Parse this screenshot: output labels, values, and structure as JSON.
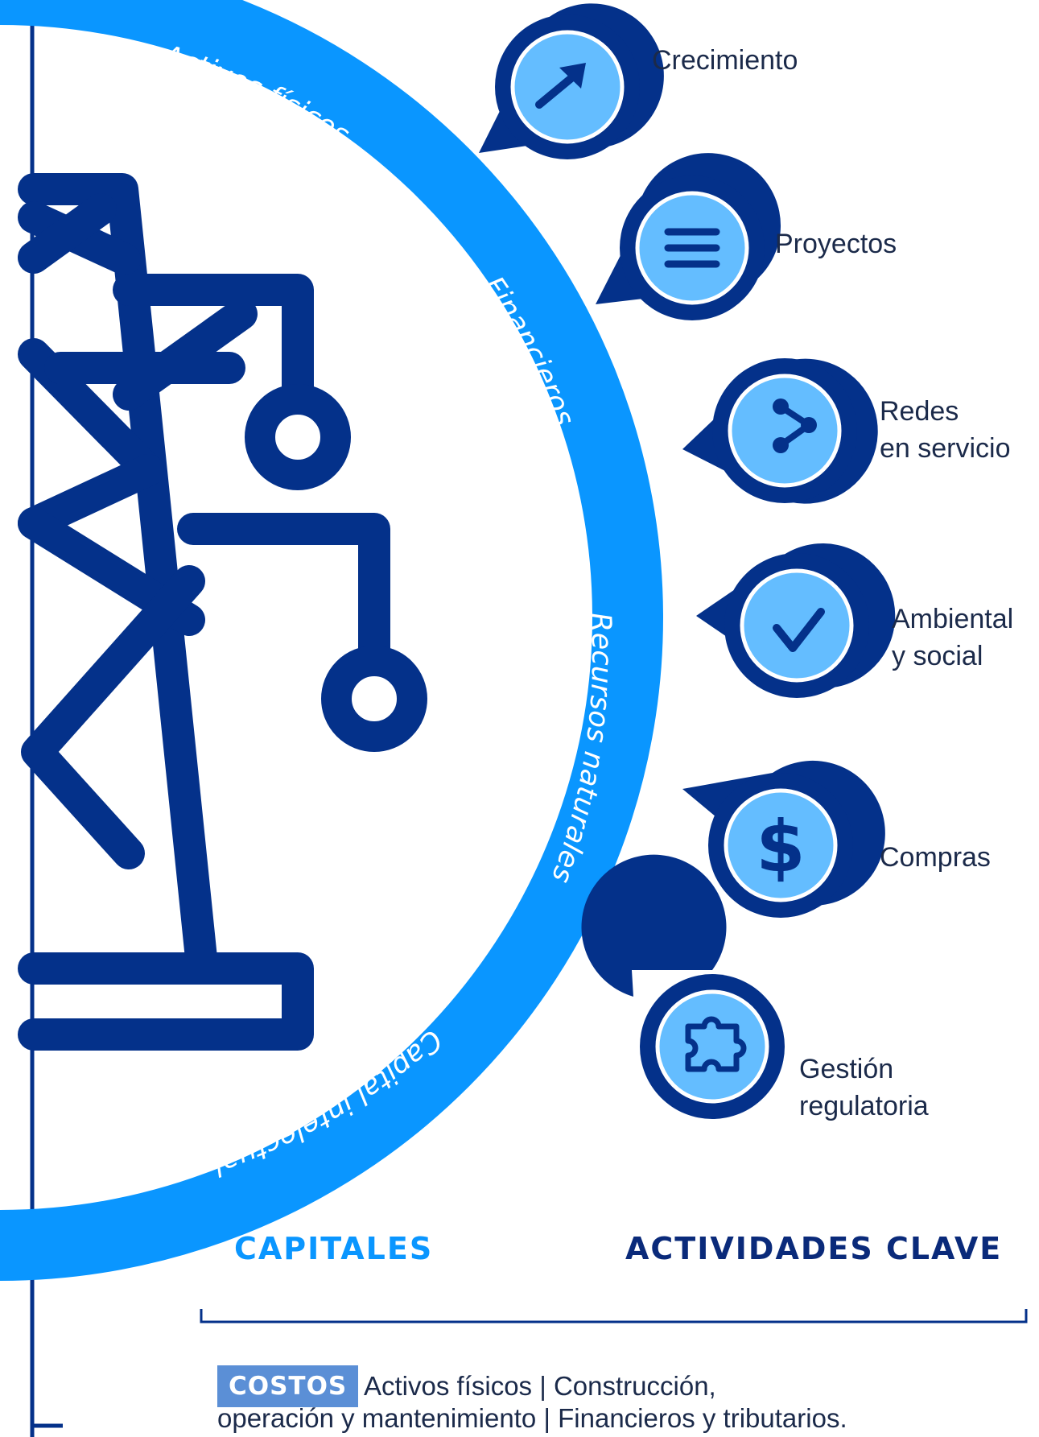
{
  "capitals": {
    "heading": "CAPITALES",
    "arc_labels": [
      "Activos físicos",
      "Financieros",
      "Recursos naturales",
      "Capital intelectual"
    ]
  },
  "activities": {
    "heading": "ACTIVIDADES CLAVE",
    "items": [
      {
        "icon": "arrow-up-right-icon",
        "lines": [
          "Crecimiento"
        ]
      },
      {
        "icon": "menu-lines-icon",
        "lines": [
          "Proyectos"
        ]
      },
      {
        "icon": "share-network-icon",
        "lines": [
          "Redes",
          "en servicio"
        ]
      },
      {
        "icon": "checkmark-icon",
        "lines": [
          "Ambiental",
          "y social"
        ]
      },
      {
        "icon": "dollar-icon",
        "lines": [
          "Compras"
        ]
      },
      {
        "icon": "puzzle-icon",
        "lines": [
          "Gestión",
          "regulatoria"
        ]
      }
    ]
  },
  "costos": {
    "badge": "COSTOS",
    "line1": "Activos físicos | Construcción,",
    "line2": "operación y mantenimiento | Financieros y tributarios."
  },
  "colors": {
    "navy": "#04318a",
    "ring_blue": "#0a96ff",
    "light_blue": "#64bdff",
    "badge_blue": "#5b8fd6"
  }
}
